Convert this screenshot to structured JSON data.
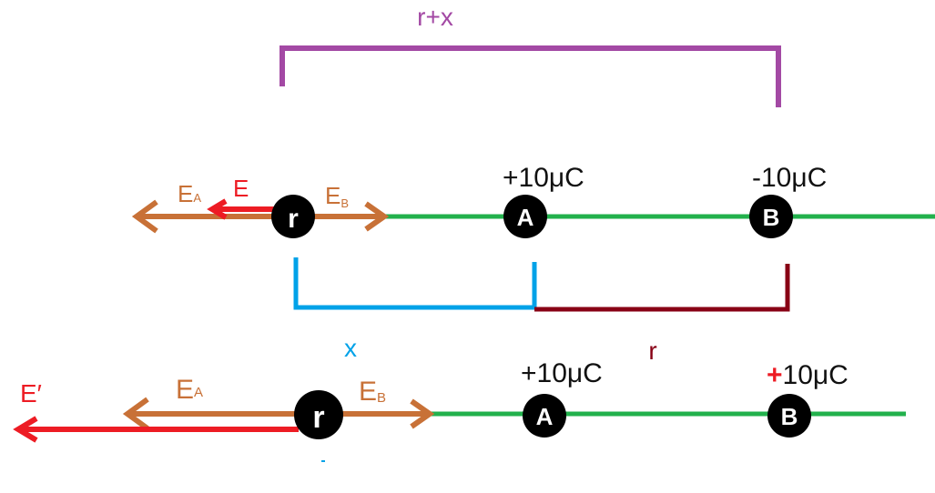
{
  "labels": {
    "r_plus_x": "r+x",
    "x": "x",
    "r": "r",
    "e_field": "E",
    "e_prime": "E′"
  },
  "top_row": {
    "point_label": "r",
    "charge_a": {
      "label": "A",
      "charge": "+10μC"
    },
    "charge_b": {
      "label": "B",
      "charge": "-10μC"
    },
    "field_a": {
      "main": "E",
      "sub": "A"
    },
    "field_b": {
      "main": "E",
      "sub": "B"
    }
  },
  "bottom_row": {
    "point_label": "r",
    "charge_a": {
      "label": "A",
      "charge": "+10μC"
    },
    "charge_b": {
      "label": "B",
      "sign": "+",
      "charge": "10μC"
    },
    "field_a": {
      "main": "E",
      "sub": "A"
    },
    "field_b": {
      "main": "E",
      "sub": "B"
    }
  },
  "colors": {
    "green_line": "#22b14c",
    "orange_arrow": "#c87137",
    "red_arrow": "#ed1c24",
    "purple_bracket": "#a349a4",
    "blue_bracket": "#00a2e8",
    "maroon_bracket": "#880015",
    "charge_fill": "#000000",
    "text": "#111111"
  }
}
